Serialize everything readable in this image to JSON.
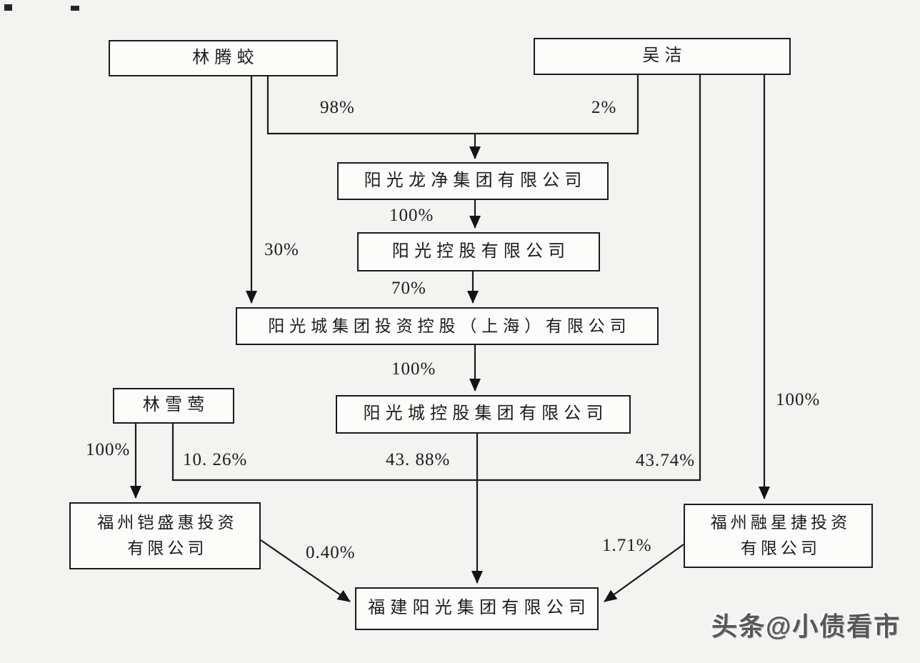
{
  "diagram_type": "corporate-ownership-structure-chart",
  "nodes": {
    "lin_tengjiao": {
      "label": "林腾蛟"
    },
    "wu_jie": {
      "label": "吴洁"
    },
    "yangguang_longjing": {
      "label": "阳光龙净集团有限公司"
    },
    "yangguang_holdings": {
      "label": "阳光控股有限公司"
    },
    "yangguang_city_invest_sh": {
      "label": "阳光城集团投资控股（上海）有限公司"
    },
    "lin_xueying": {
      "label": "林雪莺"
    },
    "yangguang_city_holdings": {
      "label": "阳光城控股集团有限公司"
    },
    "fuzhou_kaishenghui": {
      "line1": "福州铠盛惠投资",
      "line2": "有限公司"
    },
    "fuzhou_rongxingjie": {
      "line1": "福州融星捷投资",
      "line2": "有限公司"
    },
    "fujian_yangguang": {
      "label": "福建阳光集团有限公司"
    }
  },
  "edges": {
    "lin_to_longjing": "98%",
    "wu_to_longjing": "2%",
    "longjing_to_holdings": "100%",
    "holdings_to_sh": "70%",
    "lin_to_sh": "30%",
    "sh_to_city_holdings": "100%",
    "xueying_to_kaishenghui": "100%",
    "xueying_to_fujian": "10. 26%",
    "city_holdings_to_fujian": "43. 88%",
    "wu_to_fujian": "43.74%",
    "wu_to_rongxingjie": "100%",
    "kaishenghui_to_fujian": "0.40%",
    "rongxingjie_to_fujian": "1.71%"
  },
  "watermark": "头条@小债看市",
  "colors": {
    "background": "#f3f3f1",
    "box_fill": "#fcfcfb",
    "line": "#1b1b1b",
    "text": "#1c1c1c",
    "watermark_text": "#575757"
  }
}
